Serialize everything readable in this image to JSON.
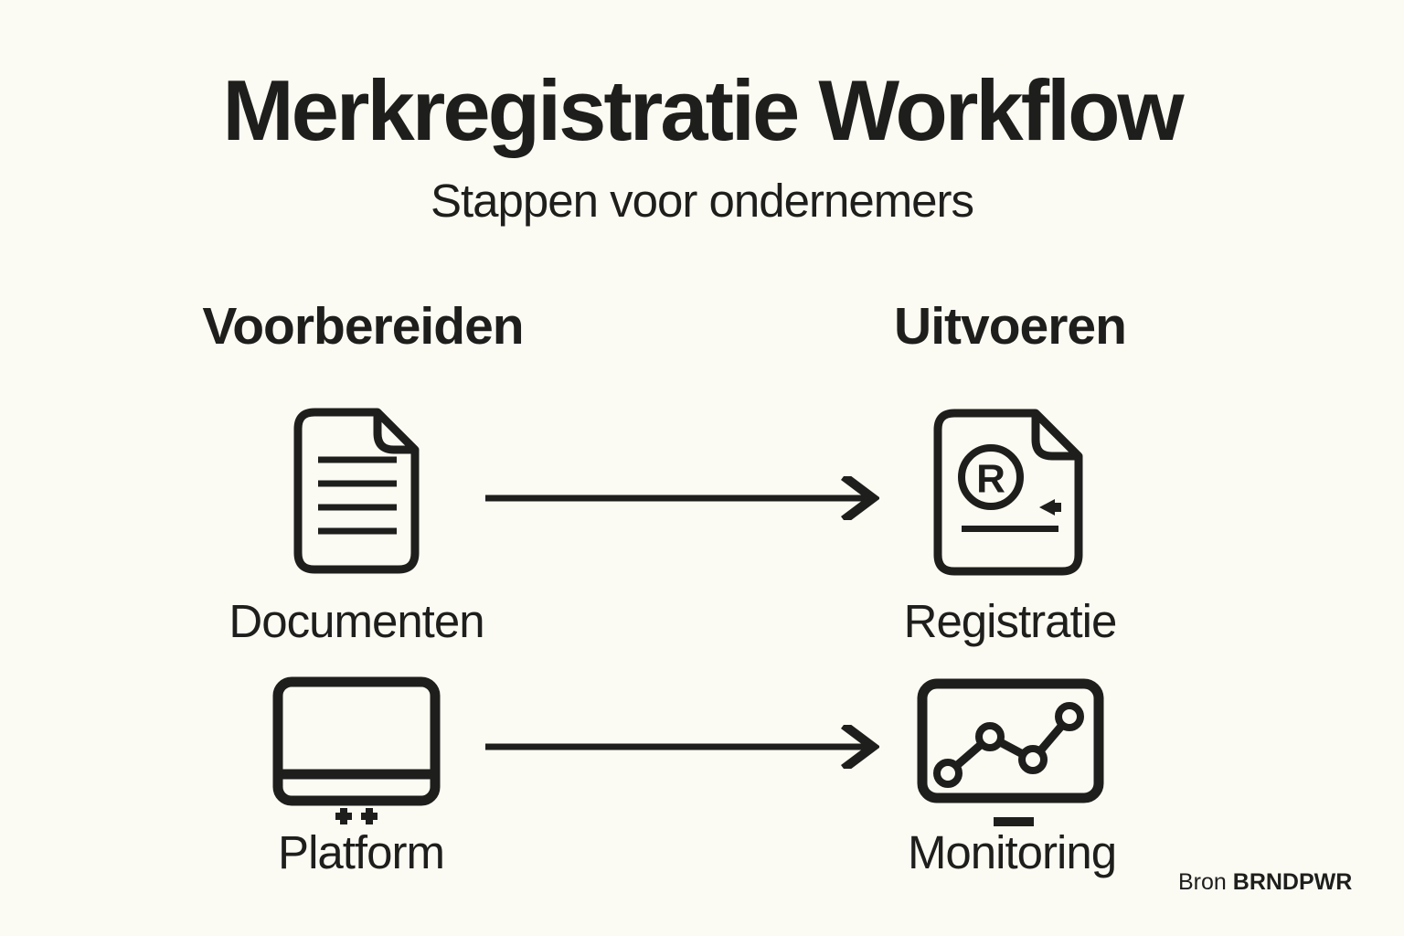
{
  "page": {
    "title": "Merkregistratie Workflow",
    "subtitle": "Stappen voor ondernemers",
    "source_prefix": "Bron",
    "source_brand": "BRNDPWR"
  },
  "colors": {
    "background": "#FCFBF3",
    "ink": "#1E1E1C"
  },
  "columns": [
    {
      "header": "Voorbereiden",
      "items": [
        {
          "label": "Documenten",
          "icon": "document-icon"
        },
        {
          "label": "Platform",
          "icon": "platform-icon"
        }
      ]
    },
    {
      "header": "Uitvoeren",
      "items": [
        {
          "label": "Registratie",
          "icon": "registered-trademark-document-icon"
        },
        {
          "label": "Monitoring",
          "icon": "line-chart-monitor-icon"
        }
      ]
    }
  ],
  "flows": [
    {
      "from": "Documenten",
      "to": "Registratie"
    },
    {
      "from": "Platform",
      "to": "Monitoring"
    }
  ],
  "icons": {
    "registered_letter": "R"
  }
}
